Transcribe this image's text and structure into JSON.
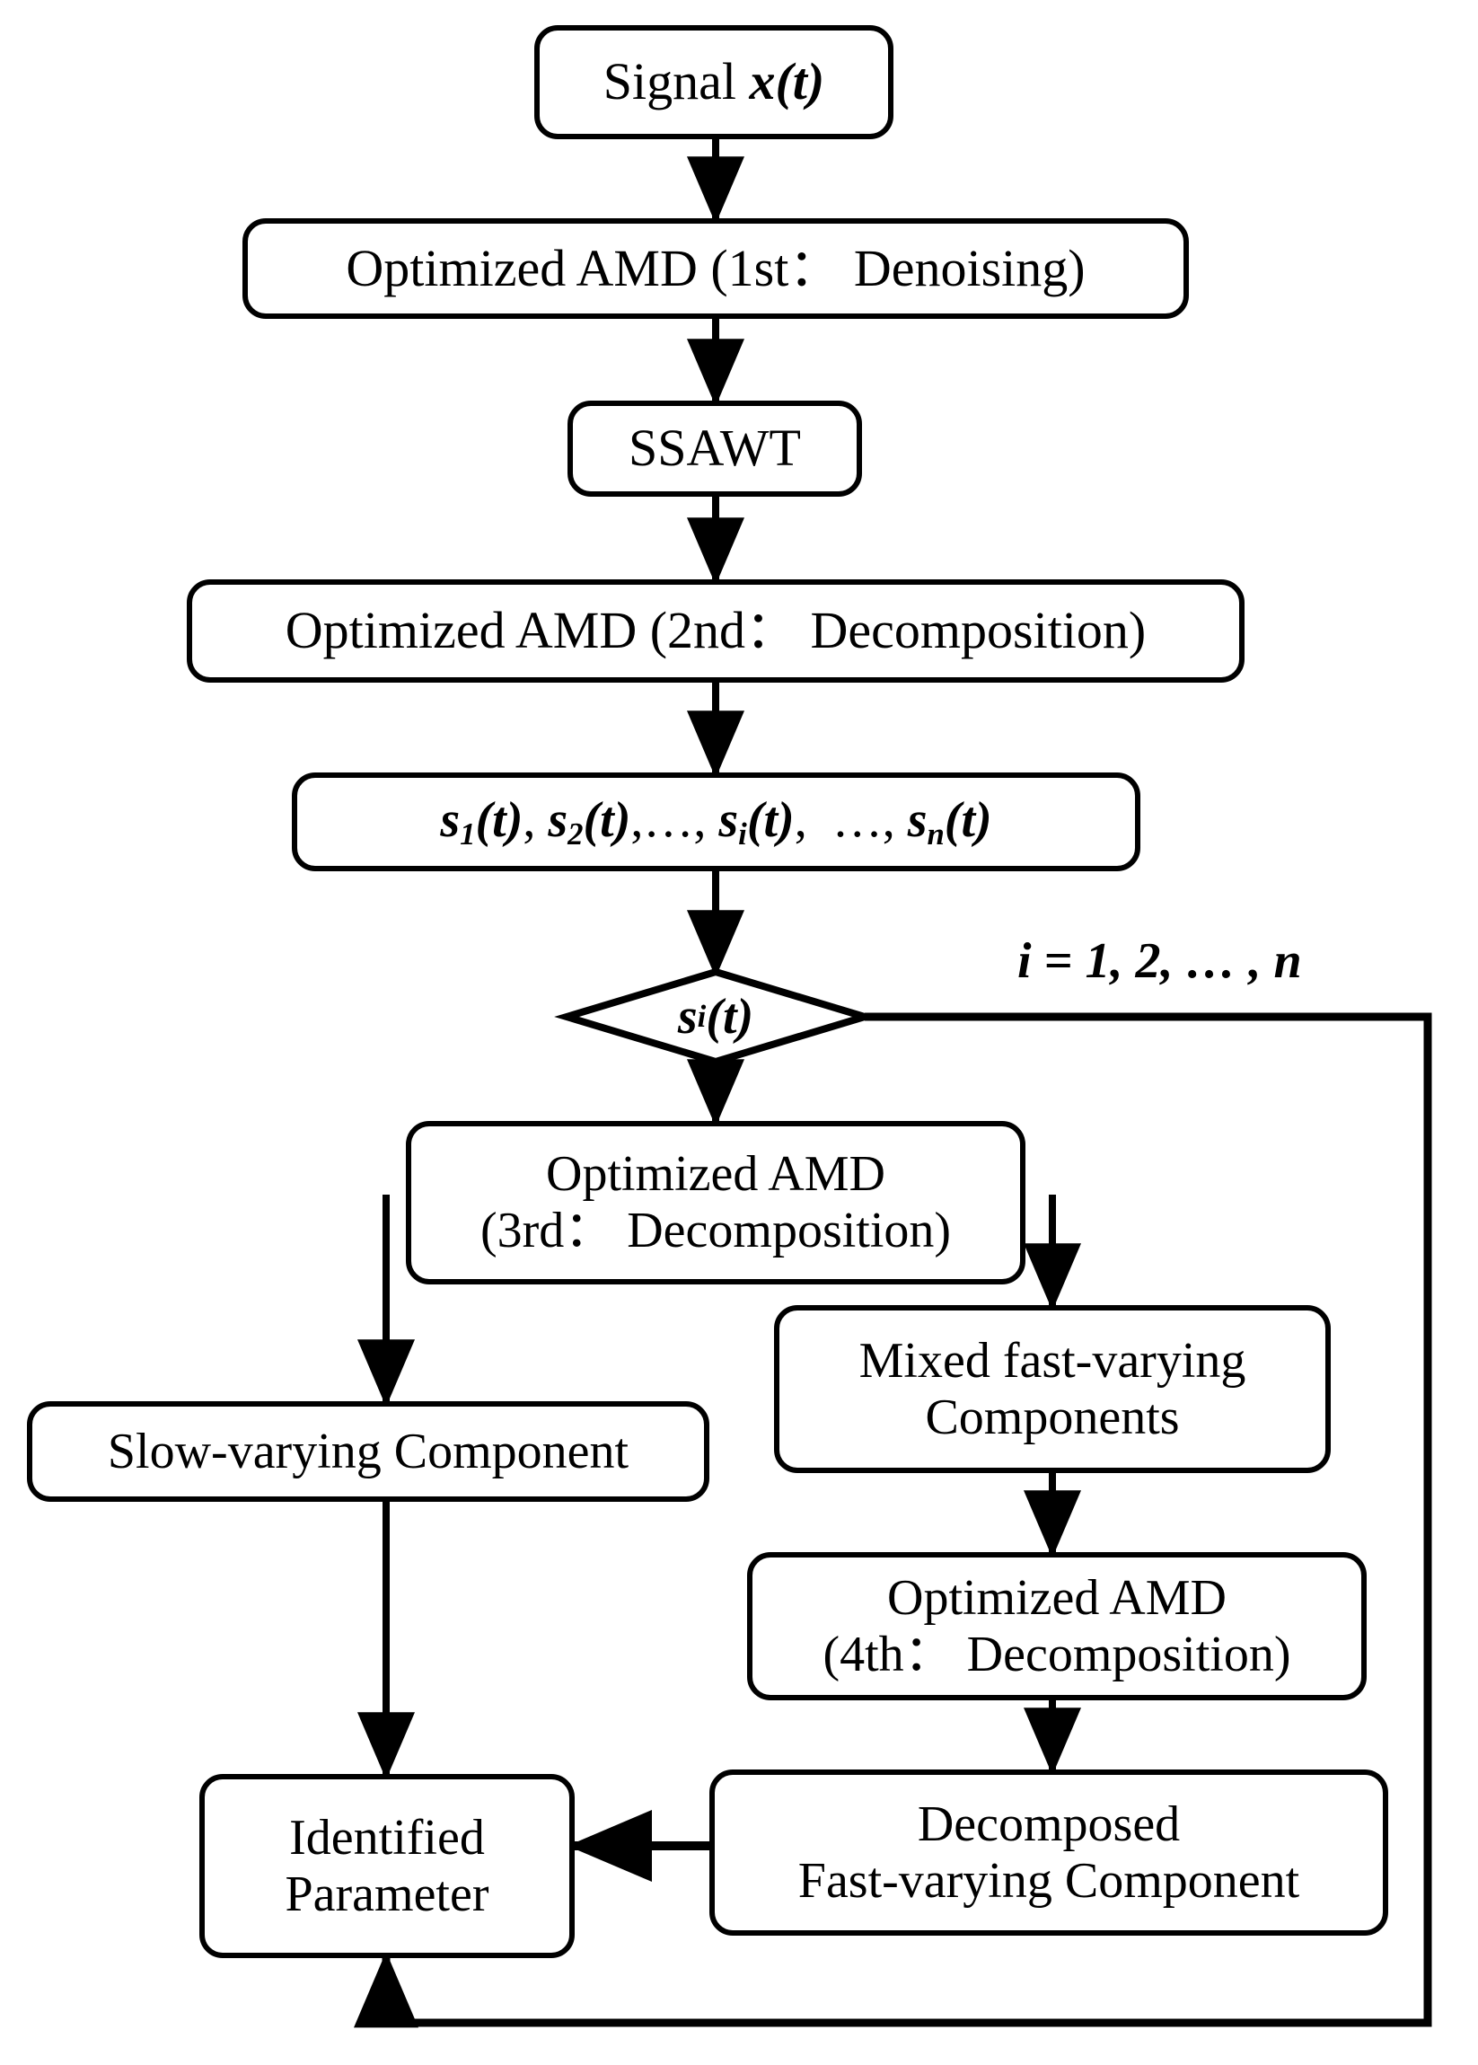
{
  "diagram": {
    "title": "Optimized AMD signal decomposition flowchart",
    "stroke_color": "#000000",
    "background_color": "#ffffff",
    "nodes": {
      "signal": {
        "label": "Signal x(t)",
        "shape": "rounded-rect"
      },
      "amd1": {
        "label": "Optimized AMD (1st： Denoising)",
        "shape": "rounded-rect"
      },
      "ssawt": {
        "label": "SSAWT",
        "shape": "rounded-rect"
      },
      "amd2": {
        "label": "Optimized AMD (2nd： Decomposition)",
        "shape": "rounded-rect"
      },
      "components": {
        "label": "s₁(t), s₂(t),…, sᵢ(t), …, sₙ(t)",
        "shape": "rounded-rect"
      },
      "decision": {
        "label": "sᵢ(t)",
        "shape": "diamond"
      },
      "amd3": {
        "label": "Optimized AMD\n(3rd： Decomposition)",
        "shape": "rounded-rect"
      },
      "slow": {
        "label": "Slow-varying Component",
        "shape": "rounded-rect"
      },
      "mixed_fast": {
        "label": "Mixed fast-varying\nComponents",
        "shape": "rounded-rect"
      },
      "amd4": {
        "label": "Optimized AMD\n(4th： Decomposition)",
        "shape": "rounded-rect"
      },
      "decomposed_fast": {
        "label": "Decomposed\nFast-varying Component",
        "shape": "rounded-rect"
      },
      "identified": {
        "label": "Identified\nParameter",
        "shape": "rounded-rect"
      }
    },
    "edge_labels": {
      "loop_index": "i = 1, 2, … , n"
    },
    "edges": [
      {
        "from": "signal",
        "to": "amd1",
        "kind": "arrow-down"
      },
      {
        "from": "amd1",
        "to": "ssawt",
        "kind": "arrow-down"
      },
      {
        "from": "ssawt",
        "to": "amd2",
        "kind": "arrow-down"
      },
      {
        "from": "amd2",
        "to": "components",
        "kind": "arrow-down"
      },
      {
        "from": "components",
        "to": "decision",
        "kind": "arrow-down"
      },
      {
        "from": "decision",
        "to": "amd3",
        "kind": "arrow-down"
      },
      {
        "from": "amd3",
        "to": "slow",
        "kind": "arrow-down-left"
      },
      {
        "from": "amd3",
        "to": "mixed_fast",
        "kind": "arrow-down-right"
      },
      {
        "from": "mixed_fast",
        "to": "amd4",
        "kind": "arrow-down"
      },
      {
        "from": "amd4",
        "to": "decomposed_fast",
        "kind": "arrow-down"
      },
      {
        "from": "slow",
        "to": "identified",
        "kind": "arrow-down"
      },
      {
        "from": "decomposed_fast",
        "to": "identified",
        "kind": "arrow-left"
      },
      {
        "from": "identified",
        "to": "decision",
        "kind": "feedback-loop-right",
        "label": "i = 1, 2, … , n"
      }
    ]
  }
}
